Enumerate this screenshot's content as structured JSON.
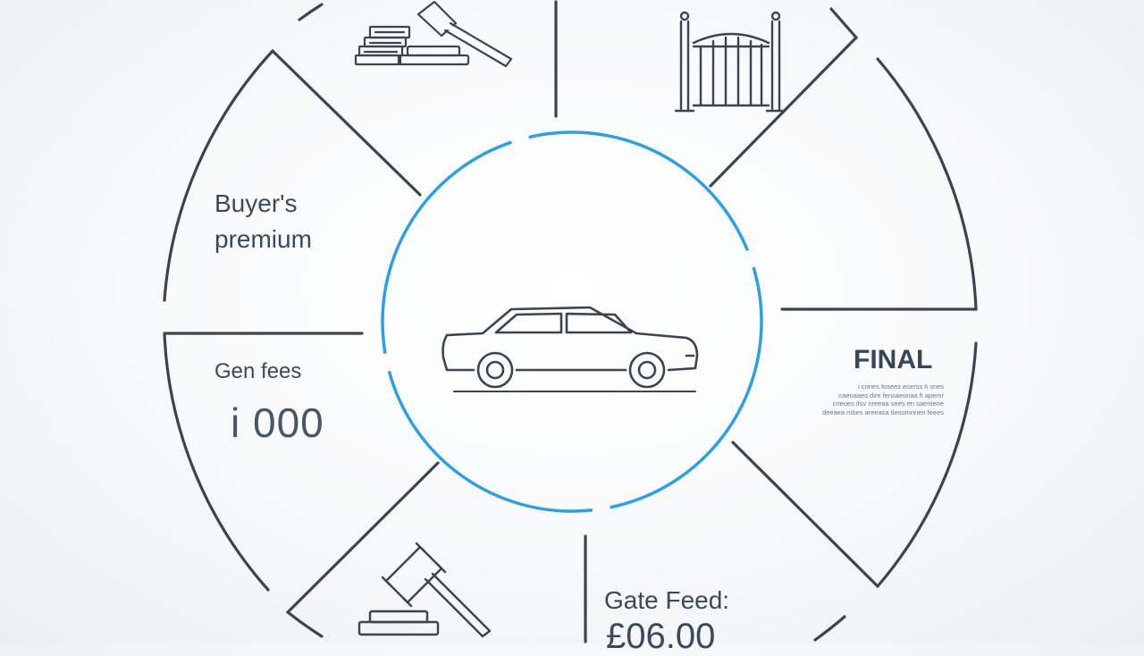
{
  "segments": {
    "buyers_premium": {
      "line1": "Buyer's",
      "line2": "premium",
      "icon": "coins-gavel-icon"
    },
    "general_fees": {
      "title": "Gen fees",
      "value": "i 000"
    },
    "final": {
      "title": "FINAL",
      "line1": "i cnnes  foseez   ecerss   ti   snes",
      "line2": "caeoaaes  dire  fensaeonaa  fi  apemr",
      "line3": "cneoes ifsv  nreeaa sees en saentene",
      "line4": "deeaea mbes  areeasa  tlesomnnen feees"
    },
    "gate_fees": {
      "title": "Gate Feed:",
      "value": "£06.00"
    },
    "storage": {
      "icon": "gate-icon"
    },
    "auction": {
      "icon": "gavel-icon"
    },
    "center": {
      "icon": "car-icon"
    }
  },
  "colors": {
    "ring_outline": "#3b4450",
    "inner_circle": "#2e9fe0",
    "text": "#3a4a5c",
    "background": "#f4f5f6"
  }
}
